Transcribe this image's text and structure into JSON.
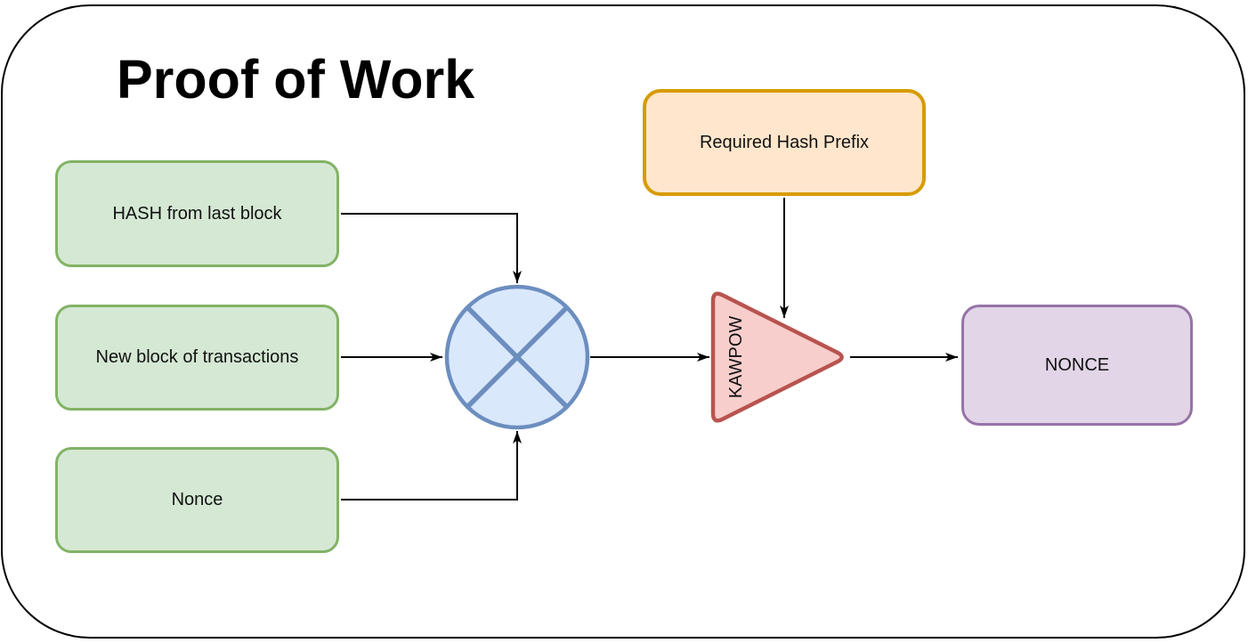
{
  "title": "Proof of Work",
  "nodes": {
    "hash_last_block": {
      "label": "HASH from last block",
      "shape": "rounded-rect",
      "fill": "#d5e8d4",
      "stroke": "#82b366"
    },
    "new_block": {
      "label": "New block of transactions",
      "shape": "rounded-rect",
      "fill": "#d5e8d4",
      "stroke": "#82b366"
    },
    "nonce_input": {
      "label": "Nonce",
      "shape": "rounded-rect",
      "fill": "#d5e8d4",
      "stroke": "#82b366"
    },
    "required_hash_prefix": {
      "label": "Required Hash Prefix",
      "shape": "rounded-rect",
      "fill": "#ffe6cc",
      "stroke": "#d79b00"
    },
    "combiner": {
      "label": "",
      "shape": "circle-with-x",
      "fill": "#dae8fc",
      "stroke": "#6c8ebf"
    },
    "kawpow": {
      "label": "KAWPOW",
      "shape": "right-pointing-triangle",
      "fill": "#f8cecc",
      "stroke": "#b85450"
    },
    "nonce_output": {
      "label": "NONCE",
      "shape": "rounded-rect",
      "fill": "#e1d5e7",
      "stroke": "#9673a6"
    }
  },
  "edges": [
    {
      "from": "hash_last_block",
      "to": "combiner"
    },
    {
      "from": "new_block",
      "to": "combiner"
    },
    {
      "from": "nonce_input",
      "to": "combiner"
    },
    {
      "from": "required_hash_prefix",
      "to": "kawpow"
    },
    {
      "from": "combiner",
      "to": "kawpow"
    },
    {
      "from": "kawpow",
      "to": "nonce_output"
    }
  ],
  "colors": {
    "background": "#ffffff",
    "frame_stroke": "#000000",
    "edge_line": "#000000",
    "text": "#111111"
  }
}
